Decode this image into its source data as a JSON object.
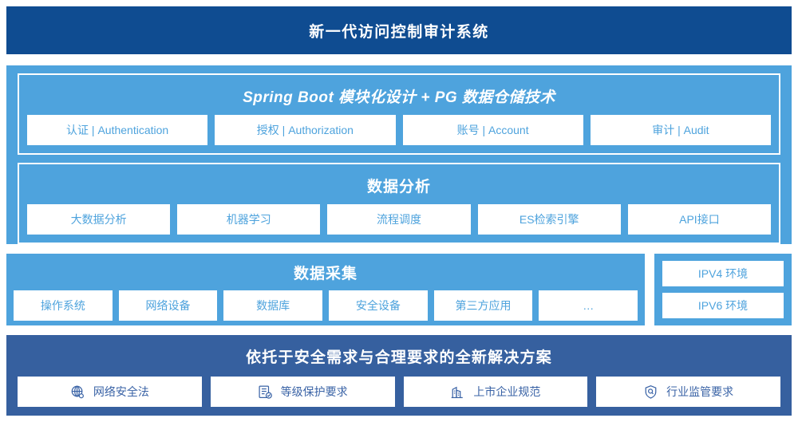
{
  "header": {
    "title": "新一代访问控制审计系统"
  },
  "platform": {
    "spring_boot": {
      "title": "Spring Boot 模块化设计 + PG 数据仓储技术",
      "cards": [
        "认证 | Authentication",
        "授权 | Authorization",
        "账号 | Account",
        "审计 | Audit"
      ]
    },
    "data_analysis": {
      "title": "数据分析",
      "cards": [
        "大数据分析",
        "机器学习",
        "流程调度",
        "ES检索引擎",
        "API接口"
      ]
    }
  },
  "collection": {
    "title": "数据采集",
    "cards": [
      "操作系统",
      "网络设备",
      "数据库",
      "安全设备",
      "第三方应用",
      "…"
    ]
  },
  "ipv": {
    "cards": [
      "IPV4 环境",
      "IPV6 环境"
    ]
  },
  "compliance": {
    "title": "依托于安全需求与合理要求的全新解决方案",
    "cards": [
      {
        "label": "网络安全法",
        "icon": "globe-icon"
      },
      {
        "label": "等级保护要求",
        "icon": "document-check-icon"
      },
      {
        "label": "上市企业规范",
        "icon": "building-icon"
      },
      {
        "label": "行业监管要求",
        "icon": "shield-search-icon"
      }
    ]
  },
  "colors": {
    "header_navy": "#0f4c91",
    "panel_blue": "#4ea3dd",
    "compliance_blue": "#36609f",
    "card_white": "#ffffff",
    "card_text_blue": "#4ea3dd",
    "compliance_text_blue": "#3a63a6"
  }
}
